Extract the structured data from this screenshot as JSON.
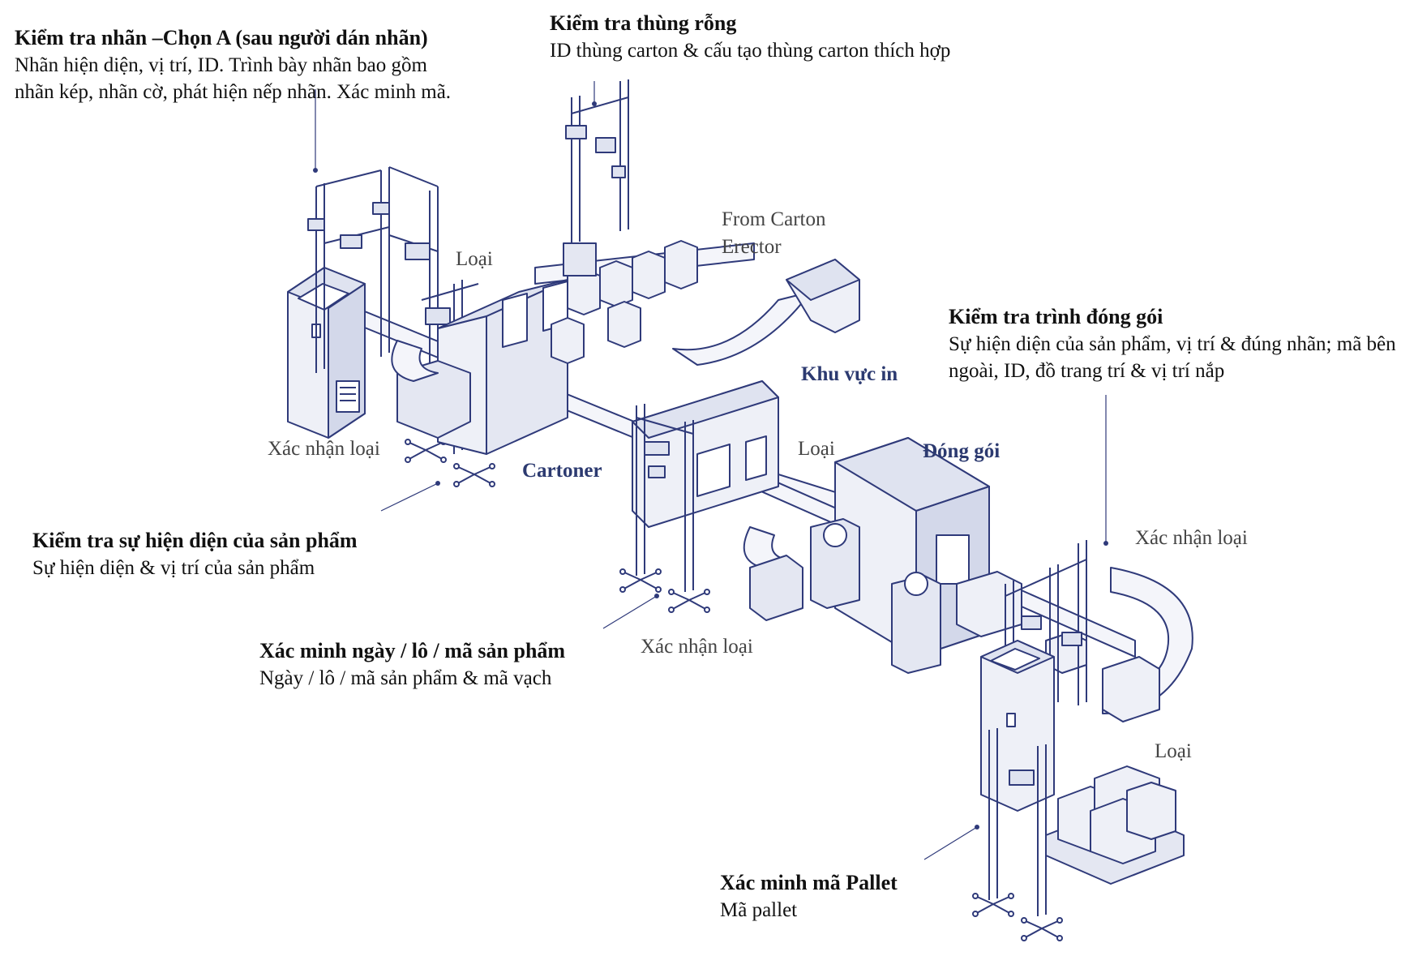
{
  "colors": {
    "line": "#2f3a7a",
    "fill": "#eef0f7",
    "fill2": "#dfe3f0",
    "accent": "#2c3a70"
  },
  "annotations": {
    "label_check": {
      "title": "Kiểm tra nhãn –Chọn A (sau người dán nhãn)",
      "desc": "Nhãn hiện diện, vị trí, ID. Trình bày nhãn bao gồm nhãn kép, nhãn cờ, phát hiện nếp nhãn. Xác minh mã."
    },
    "empty_case": {
      "title": "Kiểm tra thùng rỗng",
      "desc": "ID thùng carton & cấu tạo thùng carton thích hợp"
    },
    "packer_check": {
      "title": "Kiểm tra trình đóng gói",
      "desc": "Sự hiện diện của sản phẩm, vị trí & đúng nhãn; mã bên ngoài, ID, đồ trang trí & vị trí nắp"
    },
    "presence": {
      "title": "Kiểm tra sự hiện diện của sản phẩm",
      "desc": "Sự hiện diện & vị trí của sản phẩm"
    },
    "date_lot": {
      "title": "Xác minh ngày / lô / mã sản phẩm",
      "desc": "Ngày / lô / mã sản phẩm & mã vạch"
    },
    "pallet": {
      "title": "Xác minh mã Pallet",
      "desc": "Mã pallet"
    }
  },
  "labels": {
    "reject_1": "Loại",
    "reject_2": "Loại",
    "reject_3": "Loại",
    "confirm_reject_1": "Xác nhận loại",
    "confirm_reject_2": "Xác nhận loại",
    "confirm_reject_3": "Xác nhận loại",
    "from_carton_line1": "From Carton",
    "from_carton_line2": "Erector"
  },
  "areas": {
    "print_zone": "Khu vực in",
    "packing": "Đóng gói",
    "cartoner": "Cartoner"
  }
}
